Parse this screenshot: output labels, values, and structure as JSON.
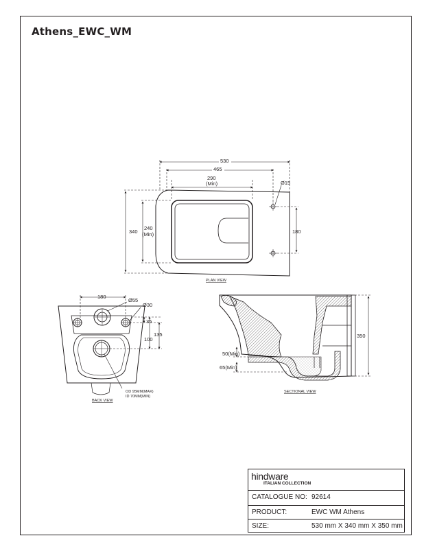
{
  "title": "Athens_EWC_WM",
  "plan_view": {
    "caption": "PLAN VIEW",
    "dims": {
      "overall_length": "530",
      "length_465": "465",
      "min_290": "290",
      "min_290_note": "(Min)",
      "hole_dia": "Ø15",
      "overall_width": "340",
      "min_240": "240",
      "min_240_note": "(Min)",
      "hole_spacing": "180"
    }
  },
  "back_view": {
    "caption": "BACK VIEW",
    "dims": {
      "width_180": "180",
      "dia_55": "Ø55",
      "dia_30": "Ø30",
      "d35": "35",
      "d135": "135",
      "d100": "100",
      "od_note": "OD 95MM(MAX)",
      "id_note": "ID 70MM(MIN)"
    }
  },
  "sectional_view": {
    "caption": "SECTIONAL VIEW",
    "dims": {
      "height_350": "350",
      "min_50": "50(Min)",
      "min_65": "65(Min)"
    }
  },
  "title_block": {
    "brand_name": "hindware",
    "brand_sub": "ITALIAN COLLECTION",
    "rows": [
      {
        "key": "CATALOGUE NO:",
        "value": "92614"
      },
      {
        "key": "PRODUCT:",
        "value": "EWC WM Athens"
      },
      {
        "key": "SIZE:",
        "value": "530 mm X 340 mm X 350 mm"
      }
    ]
  }
}
